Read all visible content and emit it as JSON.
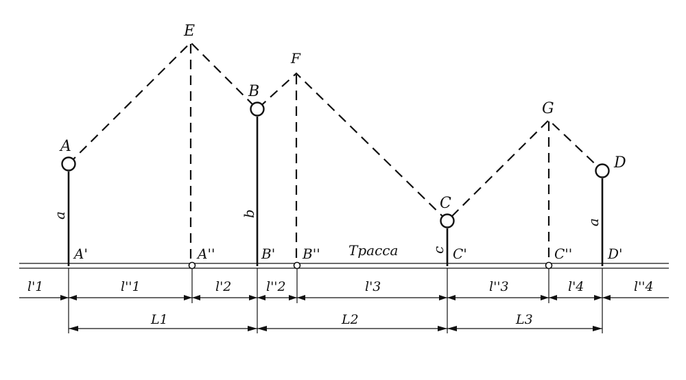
{
  "points": {
    "A": "A",
    "B": "B",
    "C": "C",
    "D": "D",
    "E": "E",
    "F": "F",
    "G": "G"
  },
  "projections": {
    "A1": "A'",
    "A2": "A''",
    "B1": "B'",
    "B2": "B''",
    "C1": "C'",
    "C2": "C''",
    "D1": "D'"
  },
  "heights": {
    "a1": "a",
    "b": "b",
    "c": "c",
    "a2": "a"
  },
  "route_label": "Трасса",
  "segments": {
    "l1p": "l'1",
    "l1pp": "l''1",
    "l2p": "l'2",
    "l2pp": "l''2",
    "l3p": "l'3",
    "l3pp": "l''3",
    "l4p": "l'4",
    "l4pp": "l''4"
  },
  "spans": {
    "L1": "L1",
    "L2": "L2",
    "L3": "L3"
  }
}
